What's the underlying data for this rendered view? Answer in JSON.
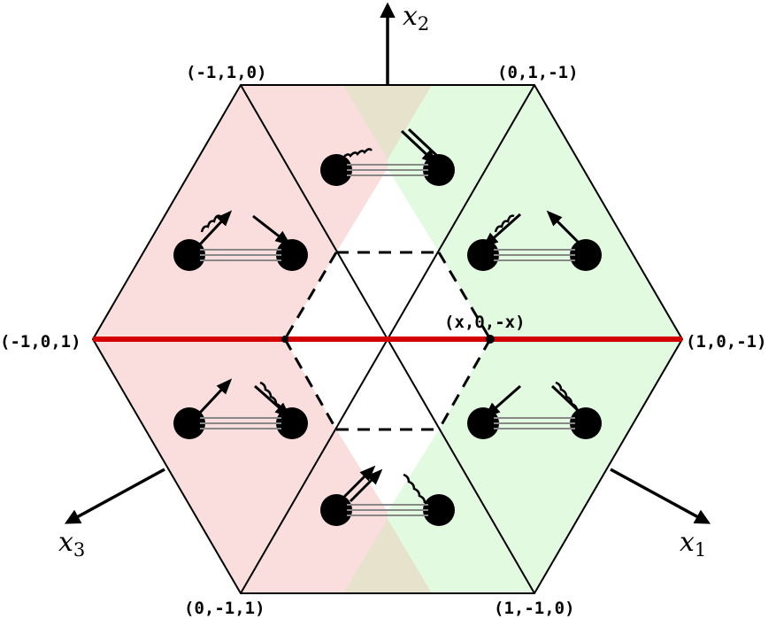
{
  "axes": {
    "x1": {
      "symbol": "x",
      "subscript": "1"
    },
    "x2": {
      "symbol": "x",
      "subscript": "2"
    },
    "x3": {
      "symbol": "x",
      "subscript": "3"
    }
  },
  "vertex_labels": {
    "top_left": "(-1,1,0)",
    "top_right": "(0,1,-1)",
    "left": "(-1,0,1)",
    "right": "(1,0,-1)",
    "bottom_left": "(0,-1,1)",
    "bottom_right": "(1,-1,0)",
    "point": "(x,0,-x)"
  },
  "colors": {
    "left_region": "#fadede",
    "right_region": "#e2fbe0",
    "overlap_region": "#e6e2cc",
    "red_line": "#d40000",
    "hexagon_edge": "#000000"
  }
}
